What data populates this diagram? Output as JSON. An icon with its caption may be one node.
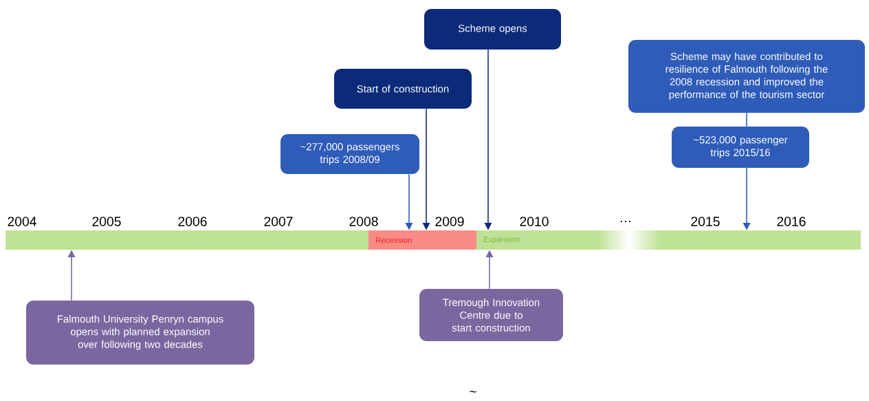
{
  "diagram": {
    "nodes": [
      {
        "text": [
          "Scheme opens"
        ]
      },
      {
        "text": [
          "Start of construction"
        ]
      },
      {
        "text": [
          "~277,000 passengers trips 2008/09"
        ]
      },
      {
        "text": [
          "Scheme may have contributed to resilience of Falmouth following the 2008 recession and improved the performance of the tourism sector"
        ]
      },
      {
        "text": [
          "~523,000 passenger trips 2015/16"
        ]
      },
      {
        "text": [],
        "shape": "bar"
      },
      {
        "text": [
          "Recession"
        ]
      },
      {
        "text": [
          "Expansion"
        ]
      },
      {
        "text": [
          "Falmouth University Penryn campus opens with planned expansion over following two decades"
        ]
      },
      {
        "text": [
          "Tremough Innovation Centre due to start construction"
        ]
      }
    ],
    "edges": [
      {
        "from": 0,
        "to": 7,
        "arrow": "to",
        "color": "#0b2a78"
      },
      {
        "from": 1,
        "to": 6,
        "arrow": "to",
        "color": "#0b2a78"
      },
      {
        "from": 2,
        "to": 6,
        "arrow": "to"
      },
      {
        "from": 3,
        "to": 4,
        "arrow": "none"
      },
      {
        "from": 4,
        "to": 7,
        "arrow": "to"
      },
      {
        "from": 8,
        "to": 5,
        "arrow": "to",
        "color": "#7a67a0"
      },
      {
        "from": 9,
        "to": 7,
        "arrow": "to",
        "color": "#7a67a0"
      }
    ],
    "labels": [
      "2004",
      "2005",
      "2006",
      "2007",
      "2008",
      "2009",
      "2010",
      "…",
      "2015",
      "2016",
      "~"
    ]
  }
}
